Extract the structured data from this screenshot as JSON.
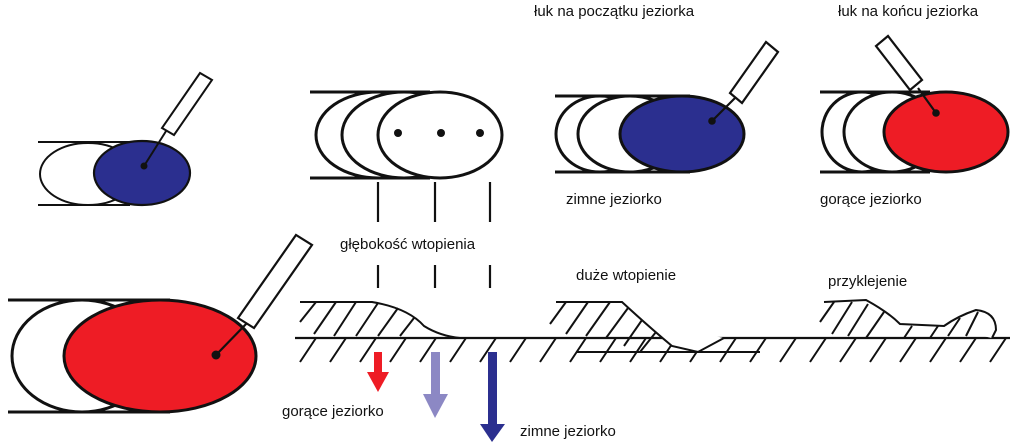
{
  "labels": {
    "arc_start": "łuk na początku jeziorka",
    "arc_end": "łuk na końcu jeziorka",
    "cold_pool": "zimne jeziorko",
    "hot_pool": "gorące jeziorko",
    "penetration_depth": "głębokość wtopienia",
    "large_penetration": "duże wtopienie",
    "sticking": "przyklejenie",
    "hot_pool_arrow": "gorące jeziorko",
    "cold_pool_arrow": "zimne jeziorko"
  },
  "colors": {
    "cold": "#2b2f8f",
    "hot": "#ee1c25",
    "medium": "#8c88c4",
    "line": "#111111"
  }
}
